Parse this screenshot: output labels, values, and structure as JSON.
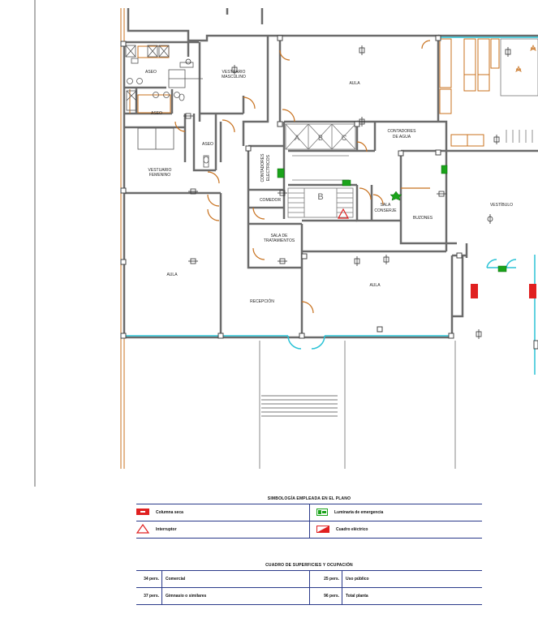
{
  "rooms": {
    "aseo1": "ASEO",
    "aseo2": "ASEO",
    "aseo3": "ASEO",
    "vestuario_masculino": [
      "VESTUARIO",
      "MASCULINO"
    ],
    "vestuario_femenino": [
      "VESTUARIO",
      "FEMENINO"
    ],
    "aula_top": "AULA",
    "aula_left": "AULA",
    "aula_center": "AULA",
    "contadores_agua": [
      "CONTADORES",
      "DE AGUA"
    ],
    "contadores_electricos": [
      "CONTADORES",
      "ELECTRICOS"
    ],
    "comedor": "COMEDOR",
    "sala_conserje": [
      "SALA",
      "CONSERJE"
    ],
    "buzones": "BUZONES",
    "vestibulo": "VESTÍBULO",
    "sala_tratamientos": [
      "SALA DE",
      "TRATAMIENTOS"
    ],
    "recepcion": "RECEPCIÓN",
    "elevator_a": "A",
    "elevator_b": "B",
    "elevator_c": "C",
    "stair_b": "B"
  },
  "legend": {
    "title": "SIMBOLOGÍA EMPLEADA EN EL PLANO",
    "items": [
      {
        "label": "Columna seca",
        "symbol": "dry-column",
        "color": "#e02020"
      },
      {
        "label": "Luminaria de emergencia",
        "symbol": "emergency-light",
        "color": "#1aa31a"
      },
      {
        "label": "Interruptor",
        "symbol": "switch-triangle",
        "color": "#e02020"
      },
      {
        "label": "Cuadro eléctrico",
        "symbol": "electric-panel",
        "color": "#e02020"
      }
    ]
  },
  "occupancy": {
    "title": "CUADRO DE SUPERFICIES Y OCUPACIÓN",
    "rows": [
      [
        {
          "persons": "34 pers.",
          "use": "Comercial"
        },
        {
          "persons": "25 pers.",
          "use": "Uso público"
        }
      ],
      [
        {
          "persons": "37 pers.",
          "use": "Gimnasio o similares"
        },
        {
          "persons": "96 pers.",
          "use": "Total planta"
        }
      ]
    ]
  },
  "colors": {
    "wall": "#6b6b6b",
    "door": "#c8711e",
    "glass": "#2bc3d6",
    "emergency": "#1aa31a",
    "alert": "#e02020",
    "table_line": "#2a3a8a"
  }
}
